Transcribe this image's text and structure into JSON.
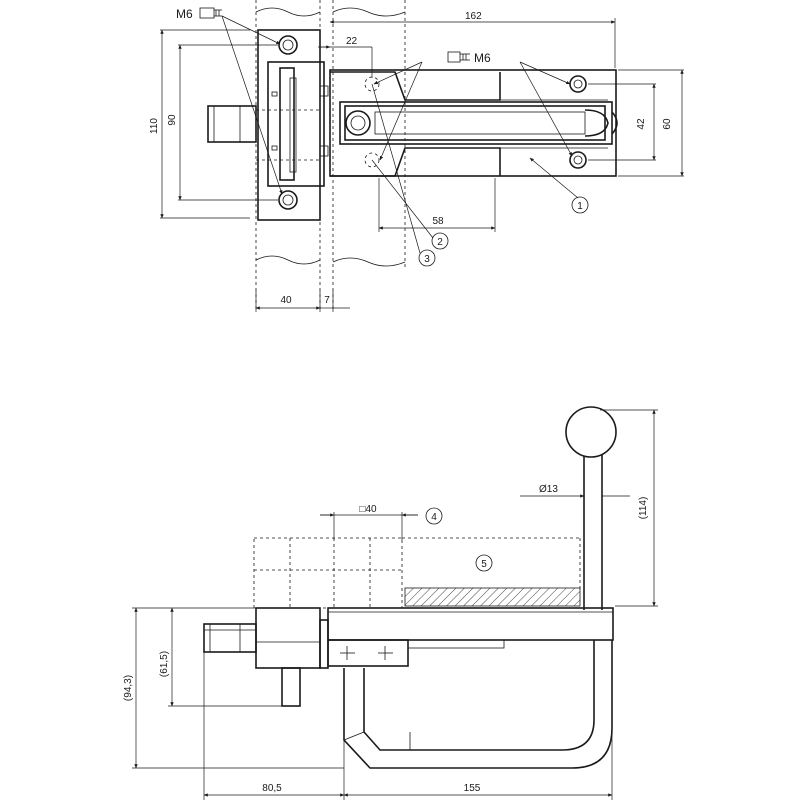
{
  "screw_label_1": "M6",
  "screw_label_2": "M6",
  "top_view": {
    "dim_162": "162",
    "dim_22": "22",
    "dim_110": "110",
    "dim_90": "90",
    "dim_42": "42",
    "dim_60": "60",
    "dim_58": "58",
    "dim_40": "40",
    "dim_7": "7"
  },
  "side_view": {
    "dim_13": "Ø13",
    "dim_114": "(114)",
    "dim_sq40": "□40",
    "dim_61_5": "(61,5)",
    "dim_94_3": "(94,3)",
    "dim_80_5": "80,5",
    "dim_155": "155"
  },
  "callouts": [
    "1",
    "2",
    "3",
    "4",
    "5"
  ],
  "colors": {
    "line": "#1a1a1a",
    "background": "#ffffff"
  }
}
